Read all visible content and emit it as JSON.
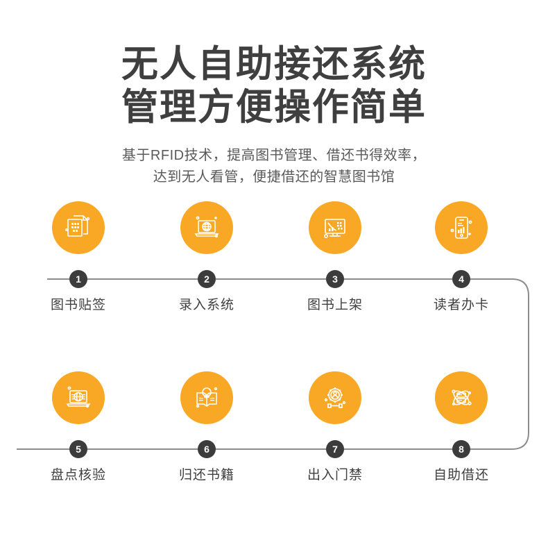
{
  "header": {
    "title_line_1": "无人自助接还系统",
    "title_line_2": "管理方便操作简单",
    "subtitle_line_1": "基于RFID技术，提高图书管理、借还书得效率，",
    "subtitle_line_2": "达到无人看管，便捷借还的智慧图书馆"
  },
  "colors": {
    "accent_orange": "#f9a825",
    "badge_dark": "#3c3c3c",
    "title_gray": "#3f3f3f",
    "subtitle_gray": "#5a5a5a",
    "line_gray": "#8c8c8c",
    "background": "#ffffff"
  },
  "flow": {
    "rows": [
      {
        "steps": [
          {
            "number": "1",
            "label": "图书贴签",
            "icon": "binary-document-icon"
          },
          {
            "number": "2",
            "label": "录入系统",
            "icon": "laptop-globe-icon"
          },
          {
            "number": "3",
            "label": "图书上架",
            "icon": "monitor-chart-binary-icon"
          },
          {
            "number": "4",
            "label": "读者办卡",
            "icon": "smartphone-barchart-icon"
          }
        ]
      },
      {
        "steps": [
          {
            "number": "5",
            "label": "盘点核验",
            "icon": "laptop-globe-lines-icon"
          },
          {
            "number": "6",
            "label": "归还书籍",
            "icon": "open-book-lightbulb-icon"
          },
          {
            "number": "7",
            "label": "出入门禁",
            "icon": "gear-person-gate-icon"
          },
          {
            "number": "8",
            "label": "自助借还",
            "icon": "atom-document-icon"
          }
        ]
      }
    ]
  }
}
